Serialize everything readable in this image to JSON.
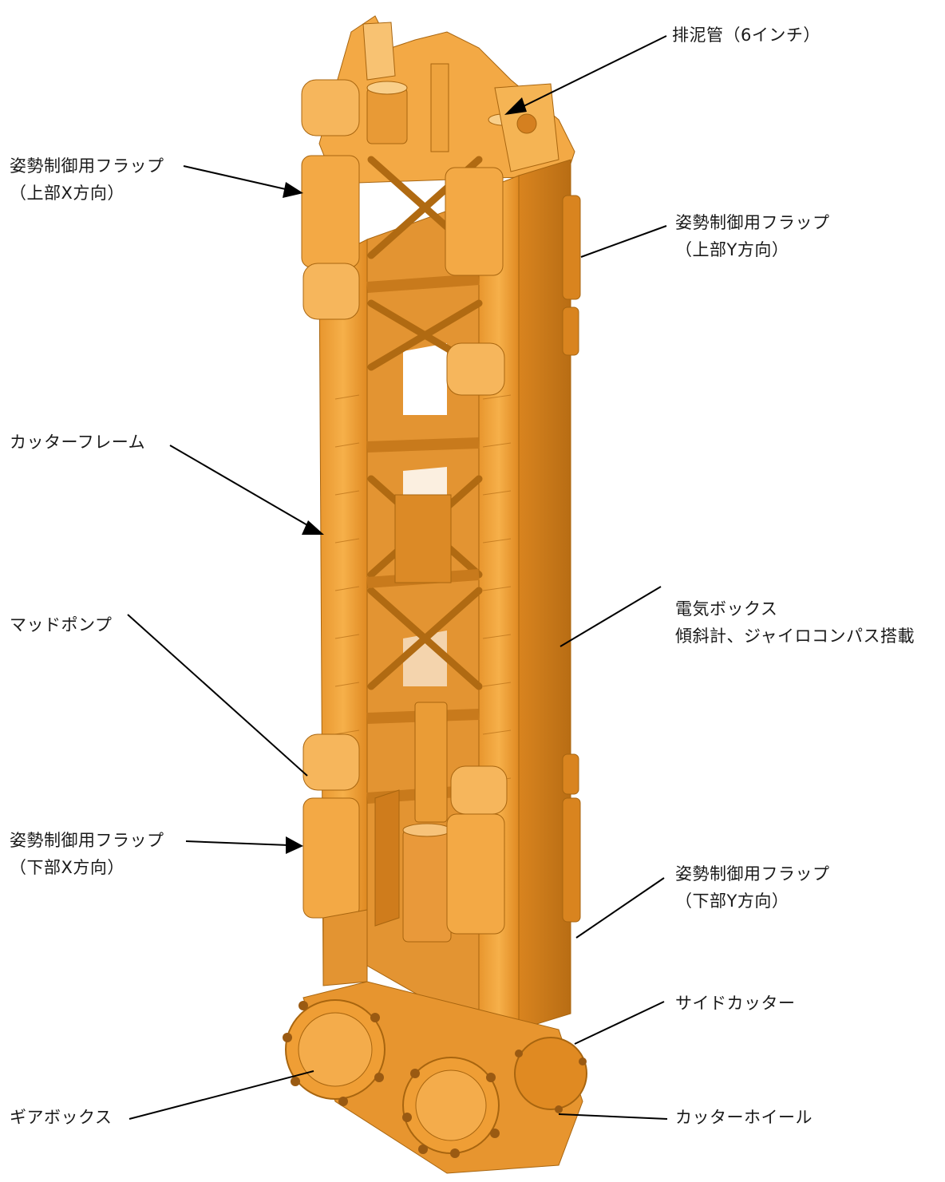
{
  "colors": {
    "machine_main": "#f2a540",
    "machine_light": "#f9c878",
    "machine_dark": "#c9781e",
    "machine_shadow": "#9a5a12",
    "line": "#000000",
    "text": "#1a1a1a"
  },
  "labels": {
    "mud_pipe": "排泥管（6インチ）",
    "flap_upper_x": [
      "姿勢制御用フラップ",
      "（上部X方向）"
    ],
    "flap_upper_y": [
      "姿勢制御用フラップ",
      "（上部Y方向）"
    ],
    "cutter_frame": "カッターフレーム",
    "electric_box": [
      "電気ボックス",
      "傾斜計、ジャイロコンパス搭載"
    ],
    "mud_pump": "マッドポンプ",
    "flap_lower_x": [
      "姿勢制御用フラップ",
      "（下部X方向）"
    ],
    "flap_lower_y": [
      "姿勢制御用フラップ",
      "（下部Y方向）"
    ],
    "side_cutter": "サイドカッター",
    "gearbox": "ギアボックス",
    "cutter_wheel": "カッターホイール"
  }
}
